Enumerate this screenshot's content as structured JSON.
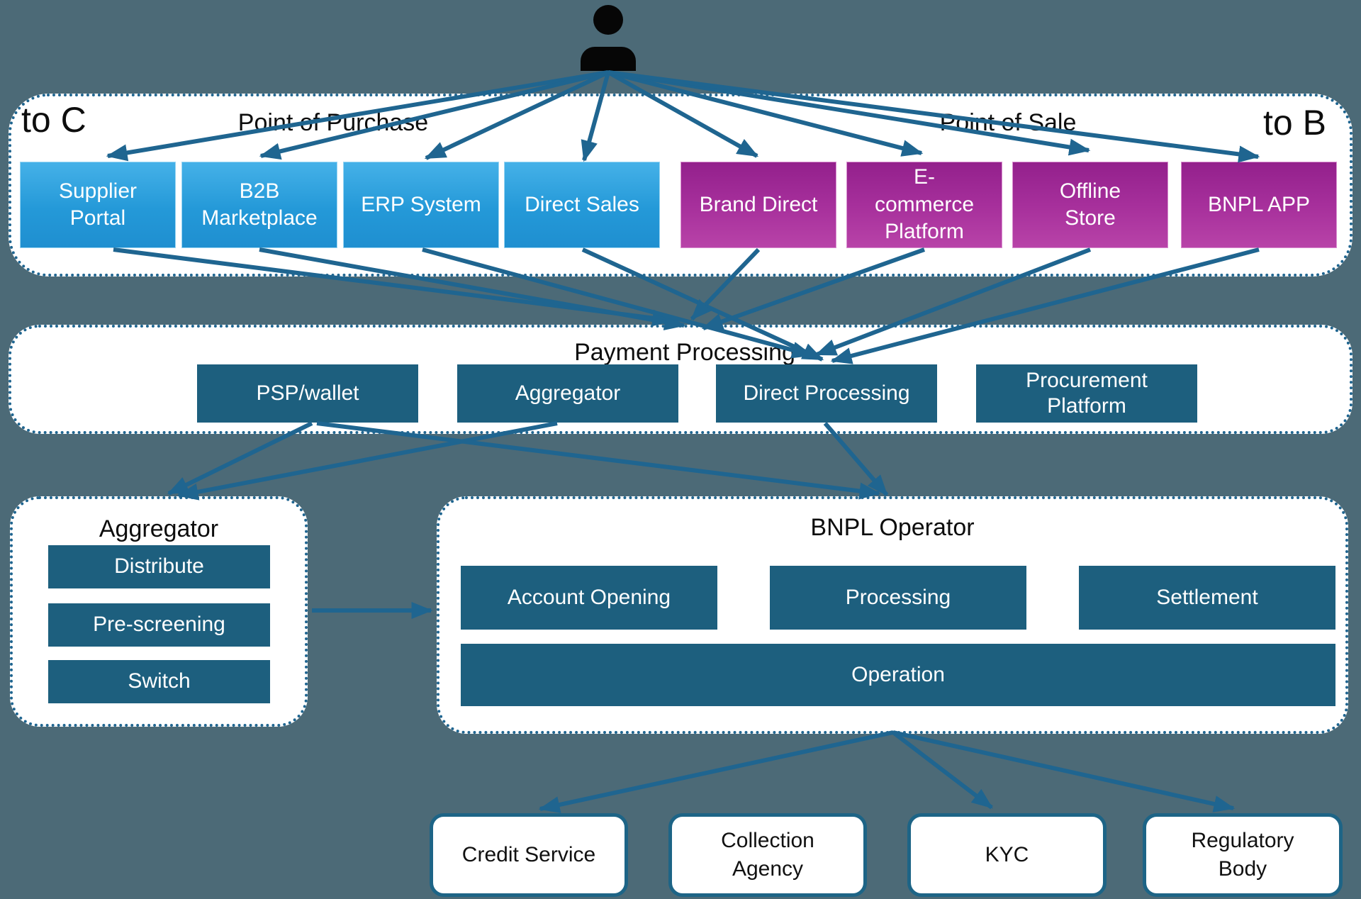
{
  "colors": {
    "background": "#4c6a77",
    "arrow": "#1f6590",
    "panel_border": "#1f6590",
    "teal_box": "#1d5f7e",
    "blue_box_top": "#45b1e8",
    "blue_box_bottom": "#1f8fd0",
    "magenta_box_top": "#93208c",
    "magenta_box_bottom": "#b843a8",
    "text_dark": "#0d0d0d",
    "text_light": "#ffffff"
  },
  "icons": {
    "person": "person-icon"
  },
  "top": {
    "to_c": "to C",
    "to_b": "to B",
    "point_of_purchase": "Point of Purchase",
    "point_of_sale": "Point of Sale",
    "purchase_channels": [
      "Supplier\nPortal",
      "B2B\nMarketplace",
      "ERP System",
      "Direct Sales"
    ],
    "sale_channels": [
      "Brand Direct",
      "E-\ncommerce\nPlatform",
      "Offline\nStore",
      "BNPL APP"
    ]
  },
  "payment": {
    "title": "Payment Processing",
    "boxes": [
      "PSP/wallet",
      "Aggregator",
      "Direct Processing",
      "Procurement\nPlatform"
    ]
  },
  "aggregator": {
    "title": "Aggregator",
    "boxes": [
      "Distribute",
      "Pre-screening",
      "Switch"
    ]
  },
  "bnpl_operator": {
    "title": "BNPL Operator",
    "boxes": [
      "Account Opening",
      "Processing",
      "Settlement"
    ],
    "operation": "Operation"
  },
  "partners": [
    "Credit Service",
    "Collection\nAgency",
    "KYC",
    "Regulatory\nBody"
  ]
}
